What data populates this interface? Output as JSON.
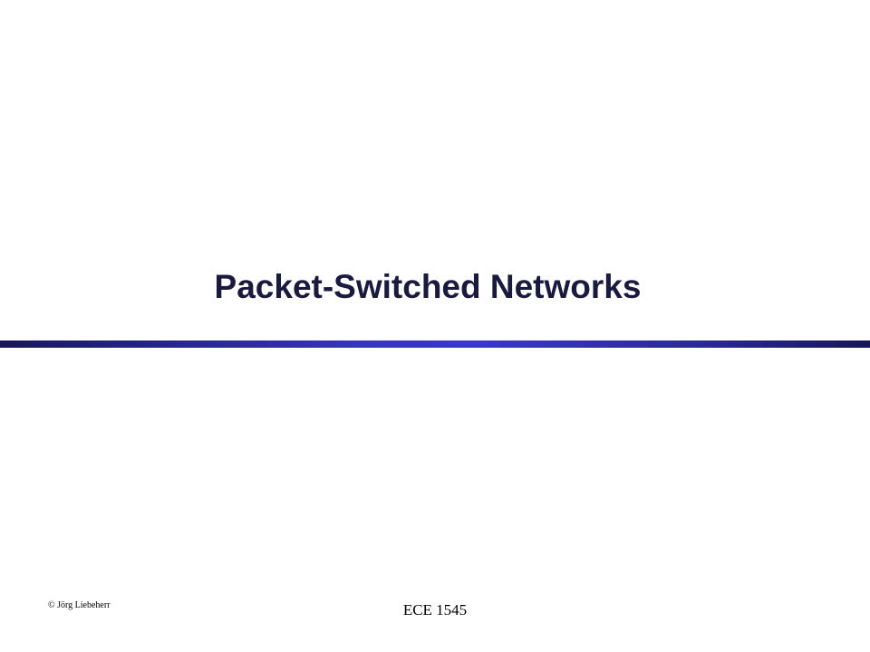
{
  "slide": {
    "title": "Packet-Switched Networks",
    "footer_left": "© Jörg Liebeherr",
    "footer_center": "ECE 1545"
  },
  "colors": {
    "title_text": "#1a1a3f",
    "divider_dark": "#17175a",
    "divider_light": "#3838cc",
    "background": "#ffffff"
  }
}
